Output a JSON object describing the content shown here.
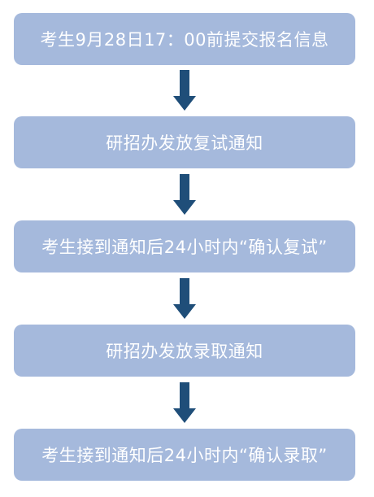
{
  "colors": {
    "step_fill": "#a5b9dc",
    "arrow": "#1f4e79"
  },
  "flowchart": {
    "steps": [
      {
        "label": "考生9月28日17：00前提交报名信息"
      },
      {
        "label": "研招办发放复试通知"
      },
      {
        "label": "考生接到通知后24小时内“确认复试”"
      },
      {
        "label": "研招办发放录取通知"
      },
      {
        "label": "考生接到通知后24小时内“确认录取”"
      }
    ]
  }
}
